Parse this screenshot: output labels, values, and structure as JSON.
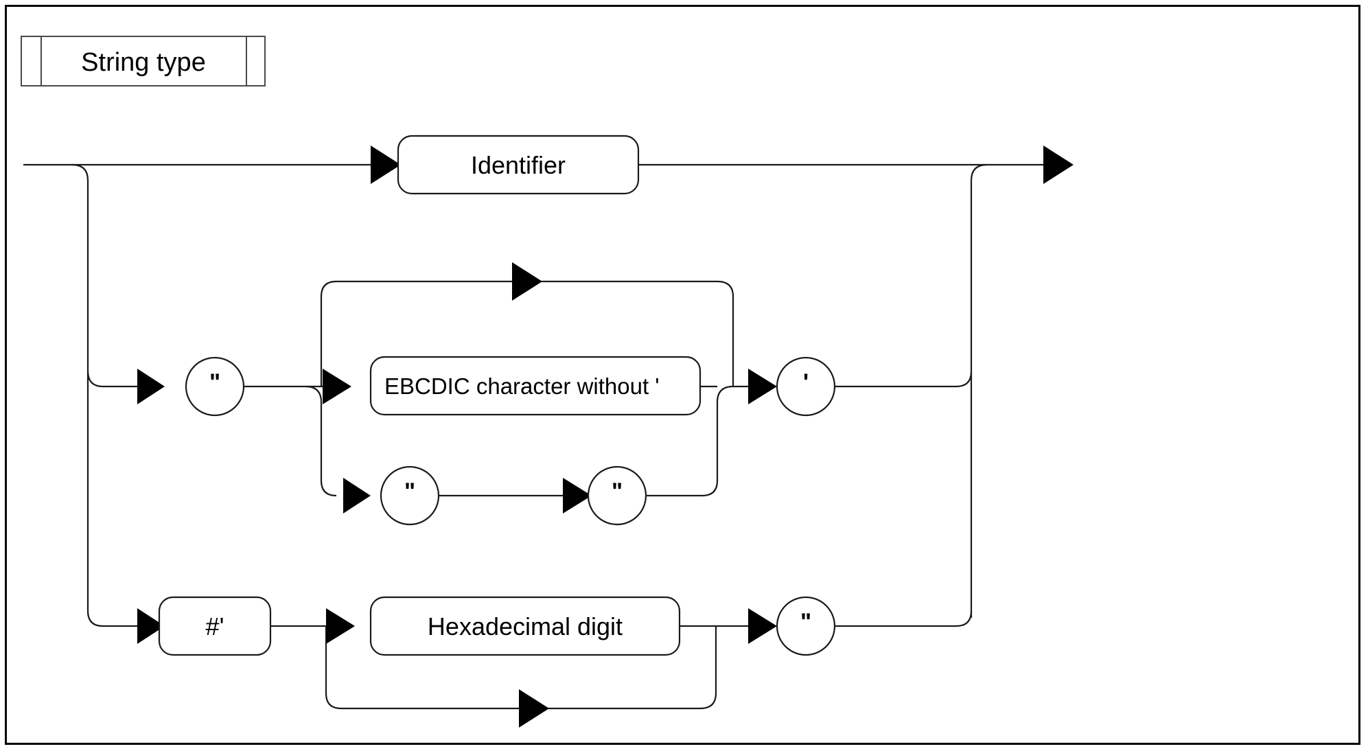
{
  "diagram": {
    "title": "String type",
    "type": "railroad-syntax-diagram",
    "frame_color": "#000000",
    "line_color": "#1a1a1a",
    "background": "#ffffff",
    "nodes": {
      "identifier": {
        "label": "Identifier",
        "shape": "rounded-box"
      },
      "open_quote": {
        "label": "\"",
        "shape": "circle"
      },
      "ebcdic": {
        "label": "EBCDIC character without '",
        "shape": "rounded-box"
      },
      "close_apostrophe": {
        "label": "'",
        "shape": "circle"
      },
      "escape_quote_1": {
        "label": "\"",
        "shape": "circle"
      },
      "escape_quote_2": {
        "label": "\"",
        "shape": "circle"
      },
      "hash_quote": {
        "label": "#'",
        "shape": "rounded-box"
      },
      "hex_digit": {
        "label": "Hexadecimal digit",
        "shape": "rounded-box"
      },
      "hex_close_quote": {
        "label": "\"",
        "shape": "circle"
      }
    },
    "branches": [
      {
        "name": "identifier-branch",
        "path": [
          "Identifier"
        ]
      },
      {
        "name": "string-literal-branch",
        "path": [
          "\"",
          "EBCDIC character without '",
          "\"",
          "\"",
          "'"
        ]
      },
      {
        "name": "hex-literal-branch",
        "path": [
          "#'",
          "Hexadecimal digit",
          "\""
        ]
      }
    ],
    "loops": [
      {
        "name": "ebcdic-repeat-loop",
        "direction": "backward"
      },
      {
        "name": "hex-digit-repeat-loop",
        "direction": "backward"
      }
    ]
  }
}
